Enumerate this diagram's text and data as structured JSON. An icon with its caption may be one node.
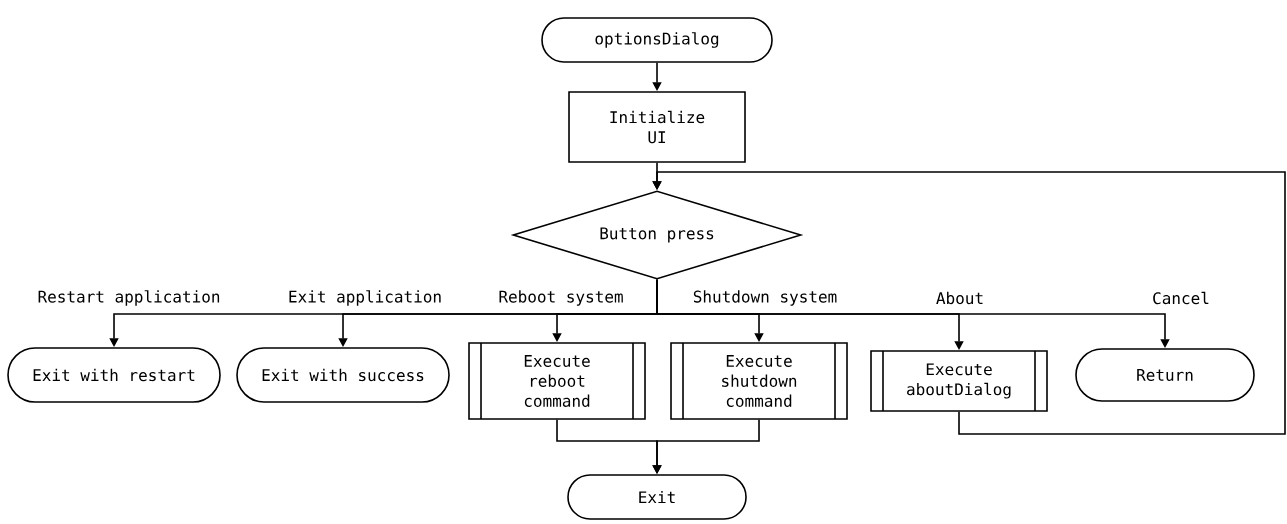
{
  "diagram": {
    "nodes": [
      {
        "text": [
          "optionsDialog"
        ]
      },
      {
        "text": [
          "Initialize UI"
        ]
      },
      {
        "text": [
          "Button press"
        ]
      },
      {
        "text": [
          "Exit with restart"
        ]
      },
      {
        "text": [
          "Exit with success"
        ]
      },
      {
        "text": [
          "Execute reboot command"
        ]
      },
      {
        "text": [
          "Execute shutdown command"
        ]
      },
      {
        "text": [
          "Execute aboutDialog"
        ]
      },
      {
        "text": [
          "Return"
        ]
      },
      {
        "text": [
          "Exit"
        ]
      }
    ],
    "edges": [
      {
        "from": 0,
        "to": 1,
        "arrow": "to"
      },
      {
        "from": 1,
        "to": 2,
        "arrow": "to"
      },
      {
        "from": 2,
        "to": 3,
        "arrow": "to",
        "label": "Restart application"
      },
      {
        "from": 2,
        "to": 4,
        "arrow": "to",
        "label": "Exit application"
      },
      {
        "from": 2,
        "to": 5,
        "arrow": "to",
        "label": "Reboot system"
      },
      {
        "from": 2,
        "to": 6,
        "arrow": "to",
        "label": "Shutdown system"
      },
      {
        "from": 2,
        "to": 7,
        "arrow": "to",
        "label": "About"
      },
      {
        "from": 2,
        "to": 8,
        "arrow": "to",
        "label": "Cancel"
      },
      {
        "from": 5,
        "to": 9,
        "arrow": "to"
      },
      {
        "from": 6,
        "to": 9,
        "arrow": "to"
      },
      {
        "from": 7,
        "to": 2,
        "arrow": "to"
      }
    ]
  }
}
